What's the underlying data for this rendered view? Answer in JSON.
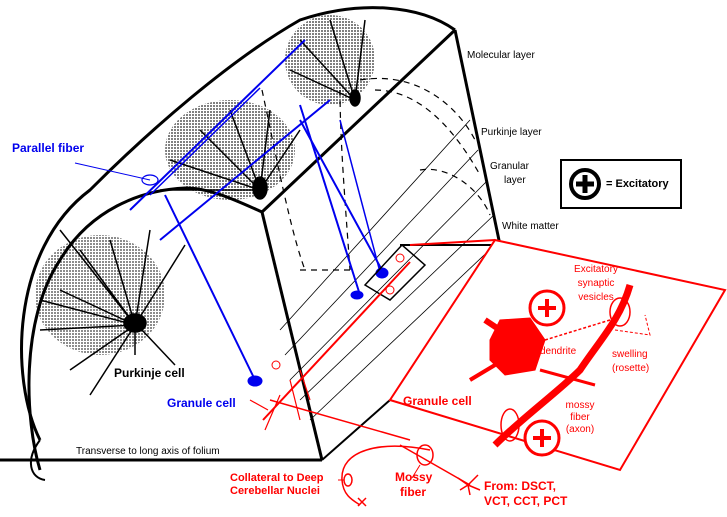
{
  "diagram": {
    "title": "Cerebellar cortex: granule cell / mossy fiber circuitry",
    "colors": {
      "outline": "#000000",
      "granule_pathway": "#0000ee",
      "mossy_pathway": "#ff0000",
      "background": "#ffffff"
    },
    "layers": [
      {
        "label": "Molecular layer"
      },
      {
        "label": "Purkinje layer"
      },
      {
        "label": "Granular layer",
        "lines": [
          "Granular",
          "layer"
        ]
      },
      {
        "label": "White matter"
      }
    ],
    "legend": {
      "symbol": "plus-in-circle-icon",
      "label": "= Excitatory"
    },
    "labels": {
      "parallel_fiber": "Parallel fiber",
      "purkinje_cell": "Purkinje cell",
      "granule_cell_blue": "Granule cell",
      "transverse": "Transverse to long axis of folium",
      "collateral_line1": "Collateral to Deep",
      "collateral_line2": "Cerebellar Nuclei",
      "mossy_fiber_line1": "Mossy",
      "mossy_fiber_line2": "fiber",
      "from_line1": "From:  DSCT,",
      "from_line2": "VCT, CCT, PCT"
    },
    "inset": {
      "granule_cell": "Granule cell",
      "excitatory_line1": "Excitatory",
      "excitatory_line2": "synaptic",
      "excitatory_line3": "vesicles",
      "dendrite": "dendrite",
      "swelling_line1": "swelling",
      "swelling_line2": "(rosette)",
      "mossy_line1": "mossy",
      "mossy_line2": "fiber",
      "mossy_line3": "(axon)"
    },
    "synapse_marker": "+"
  }
}
